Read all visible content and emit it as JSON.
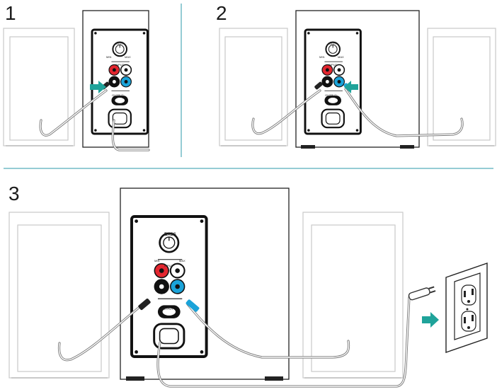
{
  "steps": {
    "one": "1",
    "two": "2",
    "three": "3"
  },
  "panel": {
    "bass_label": "BASS",
    "min_label": "MIN",
    "max_label": "MAX",
    "input_label": "INPUT",
    "output_label": "OUTPUT"
  },
  "colors": {
    "arrow": "#1fa39a",
    "jack_red": "#e3262f",
    "jack_blue": "#1aa3d9",
    "jack_black": "#111111",
    "jack_white": "#ffffff",
    "divider": "#2b9aa8"
  },
  "icons": [
    "arrow-right-icon",
    "arrow-left-icon",
    "rca-plug-icon",
    "power-plug-icon",
    "wall-outlet-icon",
    "bass-knob-icon"
  ]
}
